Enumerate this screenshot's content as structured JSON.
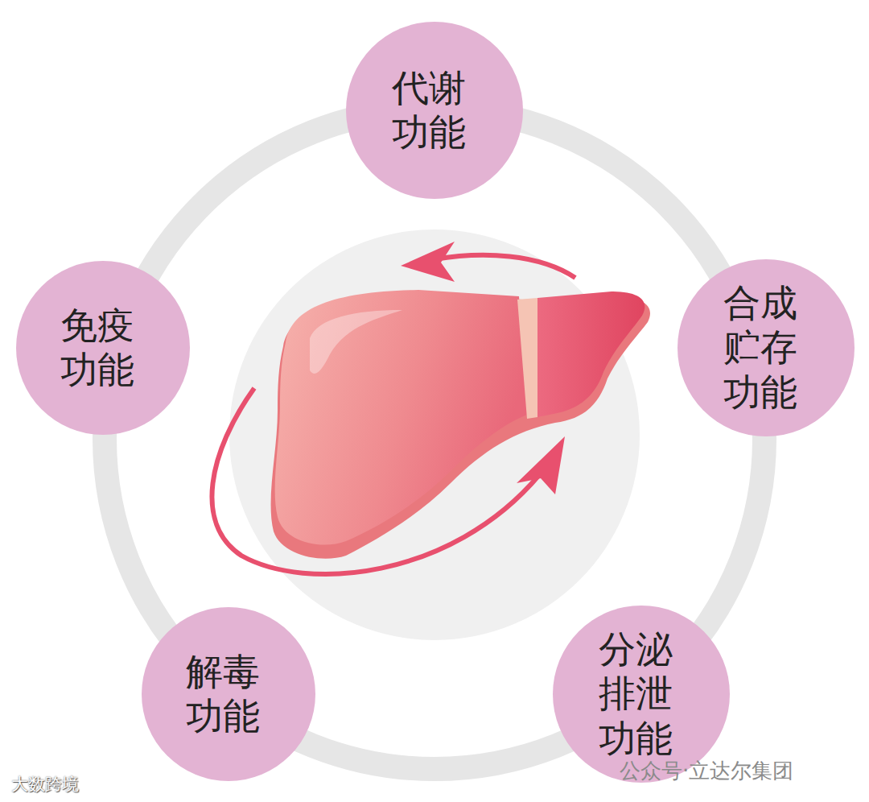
{
  "diagram": {
    "nodes": [
      {
        "text": [
          "代谢 功能"
        ]
      },
      {
        "text": [
          "合成 贮存 功能"
        ]
      },
      {
        "text": [
          "分泌 排泄 功能"
        ]
      },
      {
        "text": [
          "解毒 功能"
        ]
      },
      {
        "text": [
          "免疫 功能"
        ]
      }
    ],
    "labels": [
      "大数跨境",
      "公众号·立达尔集团"
    ]
  }
}
